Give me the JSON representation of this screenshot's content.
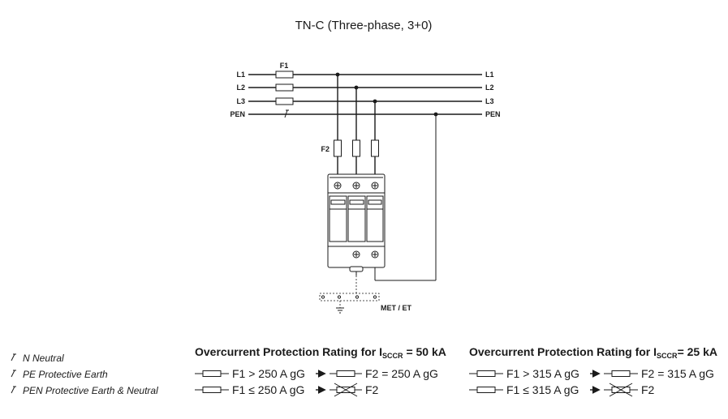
{
  "title": "TN-C (Three-phase, 3+0)",
  "lines": {
    "left": [
      "L1",
      "L2",
      "L3",
      "PEN"
    ],
    "right": [
      "L1",
      "L2",
      "L3",
      "PEN"
    ]
  },
  "fuse_labels": {
    "f1": "F1",
    "f2": "F2"
  },
  "earth_label": "MET / ET",
  "legend": [
    {
      "abbr": "N",
      "text": "Neutral"
    },
    {
      "abbr": "PE",
      "text": "Protective Earth"
    },
    {
      "abbr": "PEN",
      "text": "Protective Earth & Neutral"
    }
  ],
  "ratings": [
    {
      "header_pre": "Overcurrent Protection Rating for I",
      "header_sub": "SCCR",
      "header_post": " = 50 kA",
      "rule1": {
        "left": "F1 >  250 A gG",
        "right": "F2 =  250 A gG"
      },
      "rule2": {
        "left": "F1 ≤  250 A gG",
        "right": "F2"
      }
    },
    {
      "header_pre": "Overcurrent Protection Rating for I",
      "header_sub": "SCCR",
      "header_post": "= 25 kA",
      "rule1": {
        "left": "F1 >  315 A gG",
        "right": "F2 =  315 A gG"
      },
      "rule2": {
        "left": "F1 ≤  315 A gG",
        "right": "F2"
      }
    }
  ]
}
